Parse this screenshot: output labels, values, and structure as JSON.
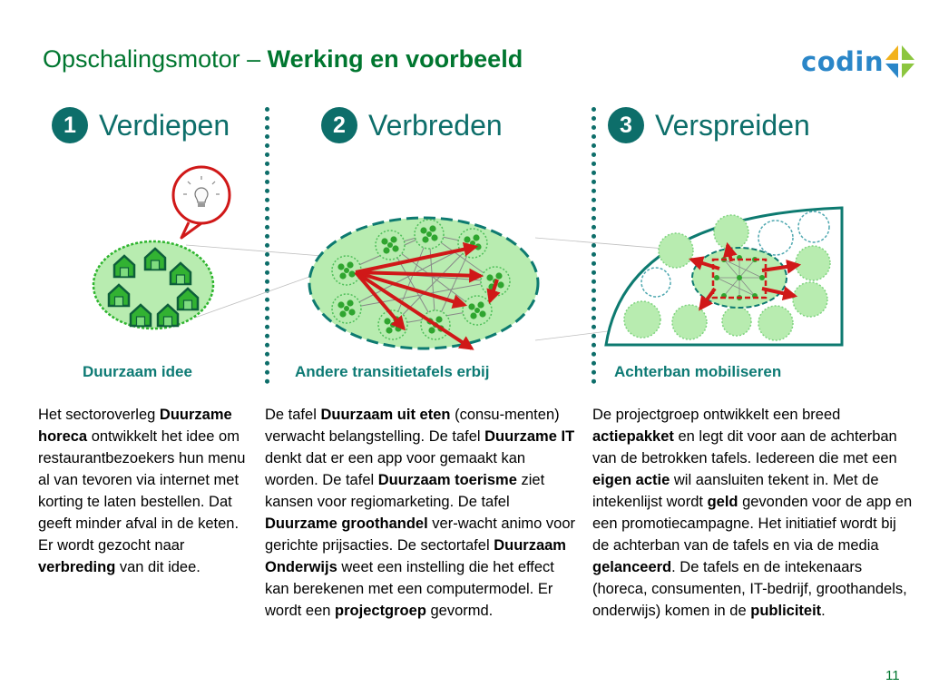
{
  "title": {
    "main": "Opschalingsmotor – ",
    "emphasis": "Werking en voorbeeld"
  },
  "logo": {
    "text": "codin",
    "icon": "cross-diamond-logo-icon",
    "colors": [
      "#f2b21c",
      "#8cc63f",
      "#2a86c8",
      "#8cc63f"
    ]
  },
  "steps": [
    {
      "number": "1",
      "label": "Verdiepen"
    },
    {
      "number": "2",
      "label": "Verbreden"
    },
    {
      "number": "3",
      "label": "Verspreiden"
    }
  ],
  "subtitles": [
    "Duurzaam idee",
    "Andere transitietafels erbij",
    "Achterban mobiliseren"
  ],
  "col1": [
    {
      "t": "Het sectoroverleg ",
      "b": false
    },
    {
      "t": "Duurzame horeca",
      "b": true
    },
    {
      "t": " ontwikkelt het idee om restaurantbezoekers hun menu al van tevoren via internet met korting te laten bestellen. Dat geeft minder afval in de keten. Er wordt gezocht naar ",
      "b": false
    },
    {
      "t": "verbreding",
      "b": true
    },
    {
      "t": " van dit idee.",
      "b": false
    }
  ],
  "col2": [
    {
      "t": "De tafel ",
      "b": false
    },
    {
      "t": "Duurzaam uit eten",
      "b": true
    },
    {
      "t": " (consu-menten) verwacht belangstelling. ",
      "b": false
    },
    {
      "t": "De tafel ",
      "b": false
    },
    {
      "t": "Duurzame IT",
      "b": true
    },
    {
      "t": " denkt dat er een app voor gemaakt kan worden. ",
      "b": false
    },
    {
      "t": "De tafel ",
      "b": false
    },
    {
      "t": "Duurzaam toerisme",
      "b": true
    },
    {
      "t": " ziet kansen voor regiomarketing. ",
      "b": false
    },
    {
      "t": "De tafel ",
      "b": false
    },
    {
      "t": "Duurzame groothandel",
      "b": true
    },
    {
      "t": " ver-wacht animo voor gerichte prijsacties. ",
      "b": false
    },
    {
      "t": "De sectortafel ",
      "b": false
    },
    {
      "t": "Duurzaam Onderwijs",
      "b": true
    },
    {
      "t": " weet een instelling die het effect kan berekenen met een computermodel. ",
      "b": false
    },
    {
      "t": "Er wordt een ",
      "b": false
    },
    {
      "t": "projectgroep",
      "b": true
    },
    {
      "t": " gevormd.",
      "b": false
    }
  ],
  "col3": [
    {
      "t": "De projectgroep ontwikkelt een breed ",
      "b": false
    },
    {
      "t": "actiepakket",
      "b": true
    },
    {
      "t": " en legt dit voor aan de achterban van de betrokken tafels. Iedereen die met een ",
      "b": false
    },
    {
      "t": "eigen actie",
      "b": true
    },
    {
      "t": " wil aansluiten tekent in. Met de intekenlijst wordt ",
      "b": false
    },
    {
      "t": "geld",
      "b": true
    },
    {
      "t": " gevonden voor de app en een promotiecampagne. Het initiatief wordt bij de achterban van de tafels en via de media ",
      "b": false
    },
    {
      "t": "gelanceerd",
      "b": true
    },
    {
      "t": ". De tafels en de intekenaars (horeca, consumenten, IT-bedrijf, groothandels, onderwijs) komen in de ",
      "b": false
    },
    {
      "t": "publiciteit",
      "b": true
    },
    {
      "t": ".",
      "b": false
    }
  ],
  "page_number": "11",
  "icons": {
    "idea": "lightbulb-speech-bubble-icon",
    "house": "house-icon",
    "arrow": "red-arrow-icon"
  },
  "colors": {
    "title": "#00762f",
    "teal": "#0d6e6a",
    "light_green": "#b8ecb0",
    "green": "#2fb52f",
    "red": "#d01818",
    "blue_logo": "#2a86c8"
  }
}
